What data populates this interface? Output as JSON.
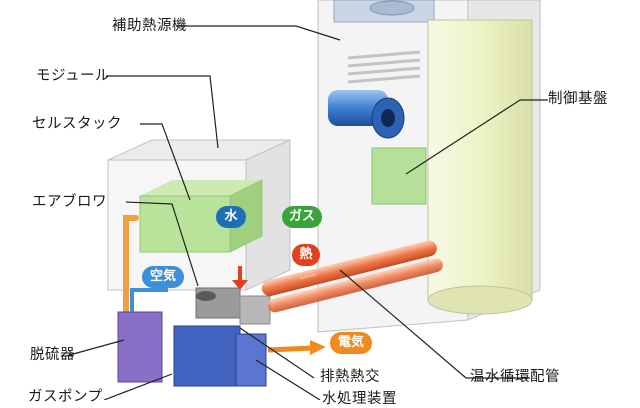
{
  "labels": {
    "aux_heat_source": "補助熱源機",
    "module": "モジュール",
    "cell_stack": "セルスタック",
    "air_blower": "エアブロワ",
    "desulfurizer": "脱硫器",
    "gas_pump": "ガスポンプ",
    "control_board": "制御基盤",
    "hot_water_pipe": "温水循環配管",
    "exhaust_heat_exchanger": "排熱熱交",
    "water_treatment": "水処理装置"
  },
  "badges": {
    "water": "水",
    "gas": "ガス",
    "heat": "熱",
    "air": "空気",
    "electricity": "電気"
  },
  "colors": {
    "water_badge": "#1f6fb8",
    "gas_badge": "#3aa43a",
    "heat_badge": "#e2401e",
    "air_badge": "#3c8fd8",
    "electricity_badge": "#f08a1e",
    "cell_stack_green": "#b9e39a",
    "pipe_orange": "#f07a4a",
    "tank_cream": "#eef3c8"
  }
}
